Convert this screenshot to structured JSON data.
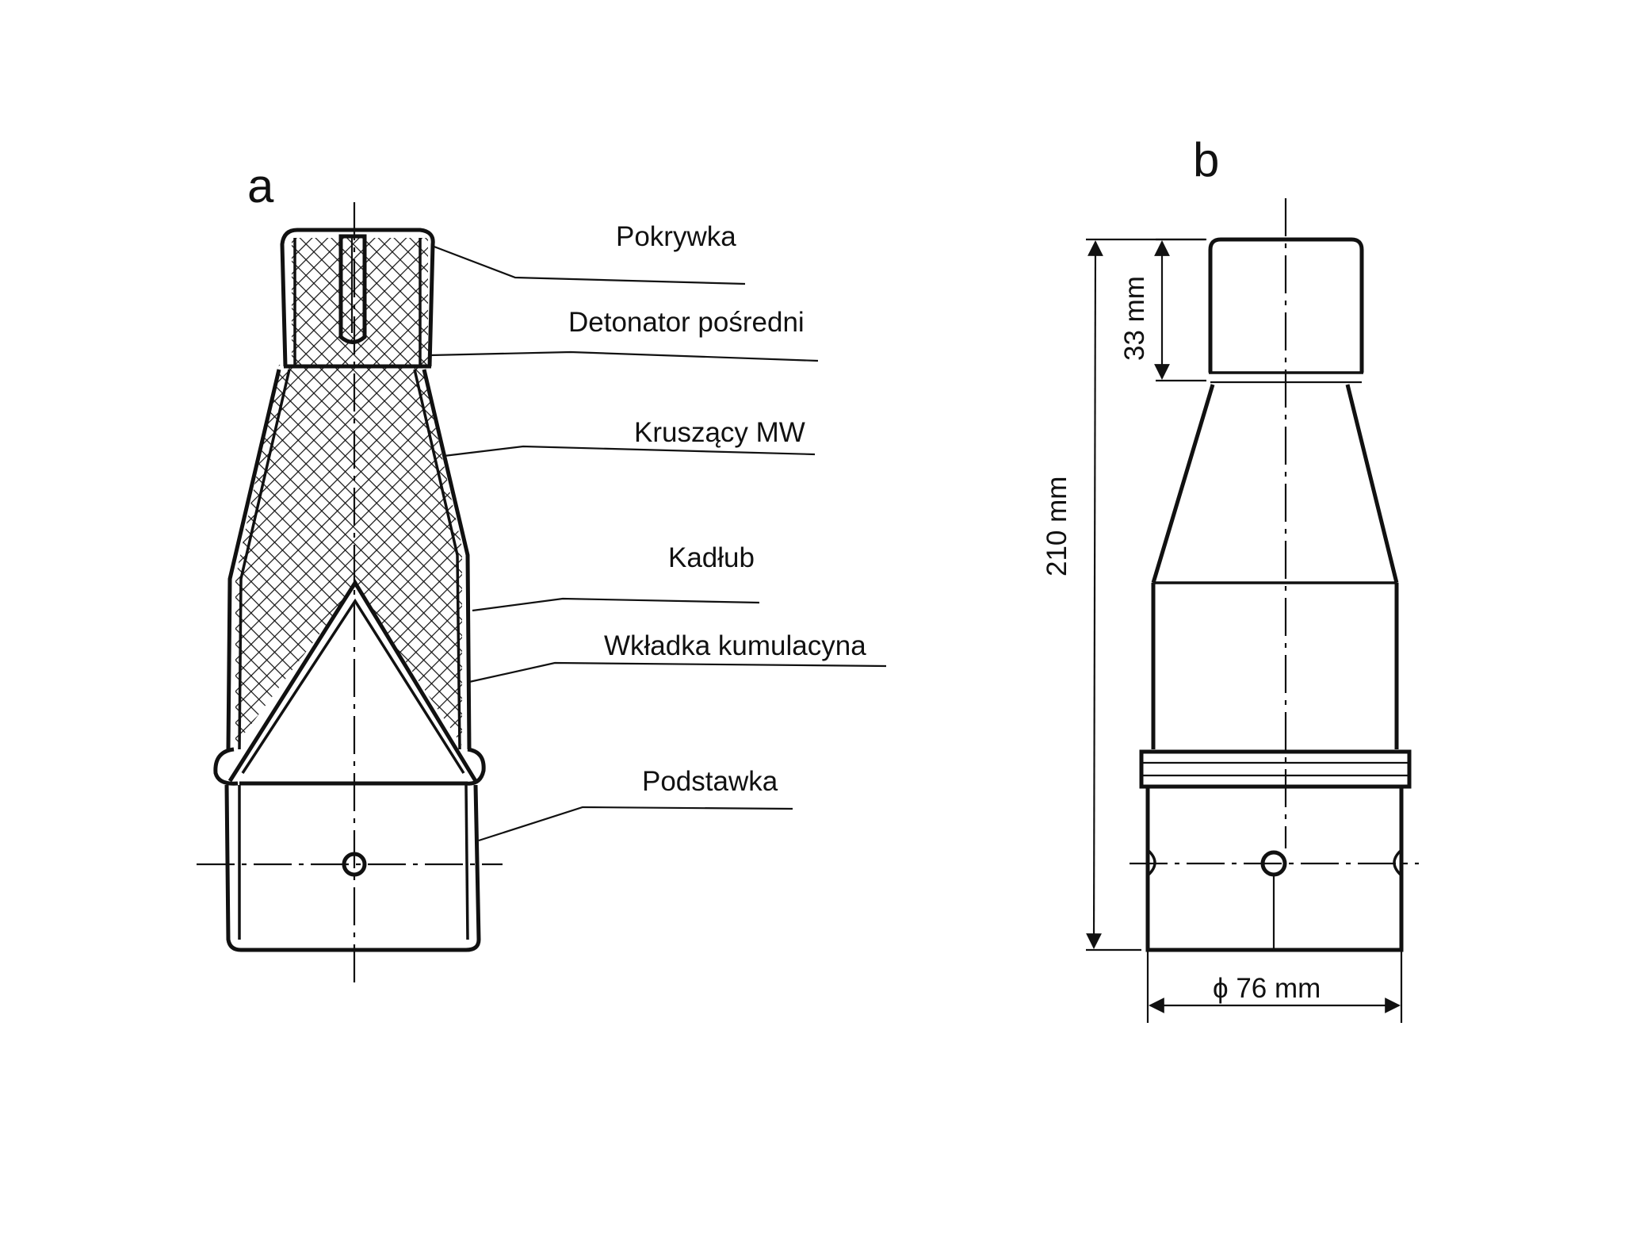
{
  "panels": {
    "a": {
      "letter": "a"
    },
    "b": {
      "letter": "b"
    }
  },
  "parts": {
    "pokrywka": "Pokrywka",
    "detonator": "Detonator pośredni",
    "kruszacy": "Kruszący MW",
    "kadlub": "Kadłub",
    "wkladka": "Wkładka kumulacyna",
    "podstawka": "Podstawka"
  },
  "dimensions": {
    "cap_height": "33 mm",
    "total_height": "210 mm",
    "diameter": "ϕ 76 mm"
  },
  "colors": {
    "ink": "#111111",
    "paper": "#ffffff"
  }
}
